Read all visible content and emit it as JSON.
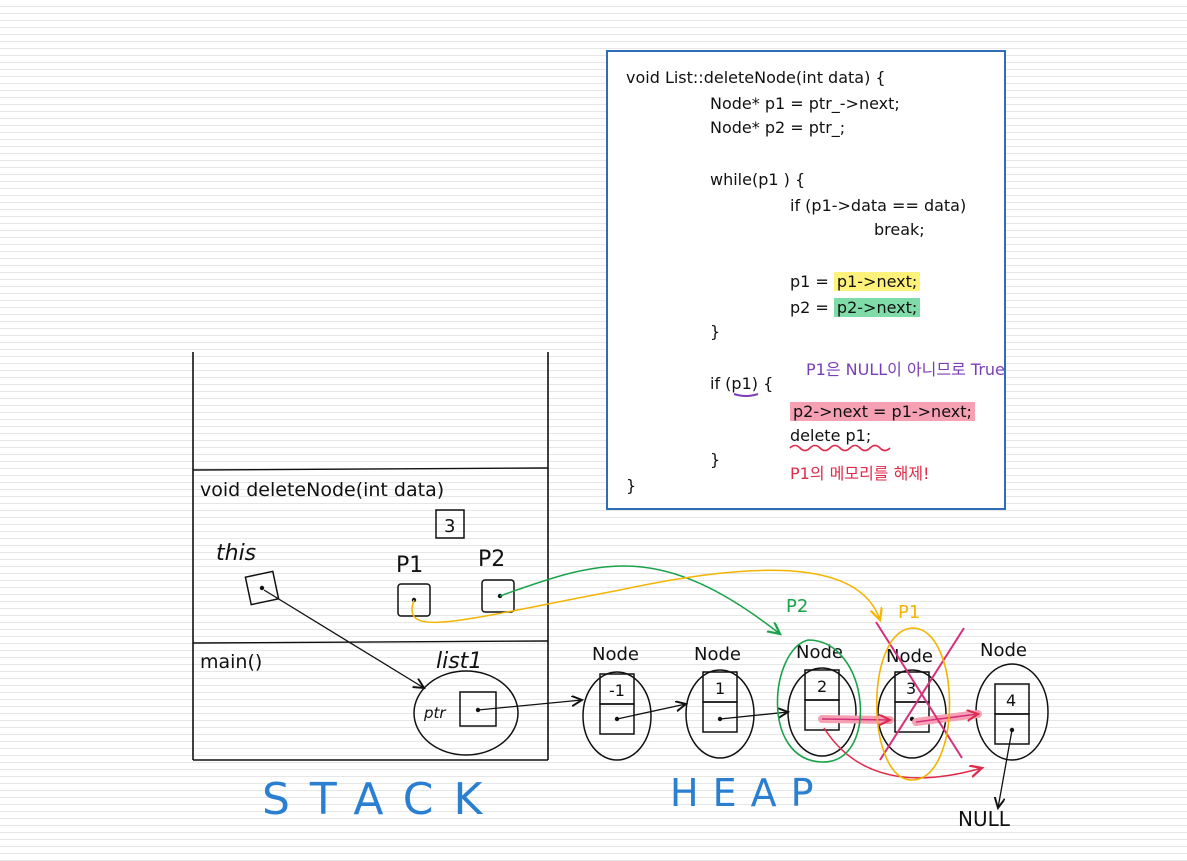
{
  "code": {
    "lines": [
      "void List::deleteNode(int data) {",
      "Node* p1 = ptr_->next;",
      "Node* p2 = ptr_;",
      "while(p1 ) {",
      "if (p1->data == data)",
      "break;",
      "p1 = ",
      "p1->next;",
      "p2 = ",
      "p2->next;",
      "}",
      "if (p1) {",
      "p2->next = p1->next;",
      "delete p1;",
      "}",
      "}"
    ],
    "note_true": "P1은 NULL이 아니므로 True",
    "note_free": "P1의 메모리를 해제!"
  },
  "stack": {
    "frame_delete": "void deleteNode(int data)",
    "data_value": "3",
    "this_label": "this",
    "p1_label": "P1",
    "p2_label": "P2",
    "frame_main": "main()",
    "list_label": "list1",
    "ptr_label": "ptr",
    "caption": "STACK"
  },
  "heap": {
    "caption": "HEAP",
    "node_label": "Node",
    "nodes": [
      "-1",
      "1",
      "2",
      "3",
      "4"
    ],
    "p1_tag": "P1",
    "p2_tag": "P2",
    "null_label": "NULL"
  },
  "colors": {
    "code_border": "#2f6db8",
    "caption_blue": "#2a7fd1",
    "green": "#1aa34a",
    "yellow": "#f4b400",
    "red": "#e02a4a",
    "purple": "#7a3db8",
    "magenta": "#d6307a"
  }
}
